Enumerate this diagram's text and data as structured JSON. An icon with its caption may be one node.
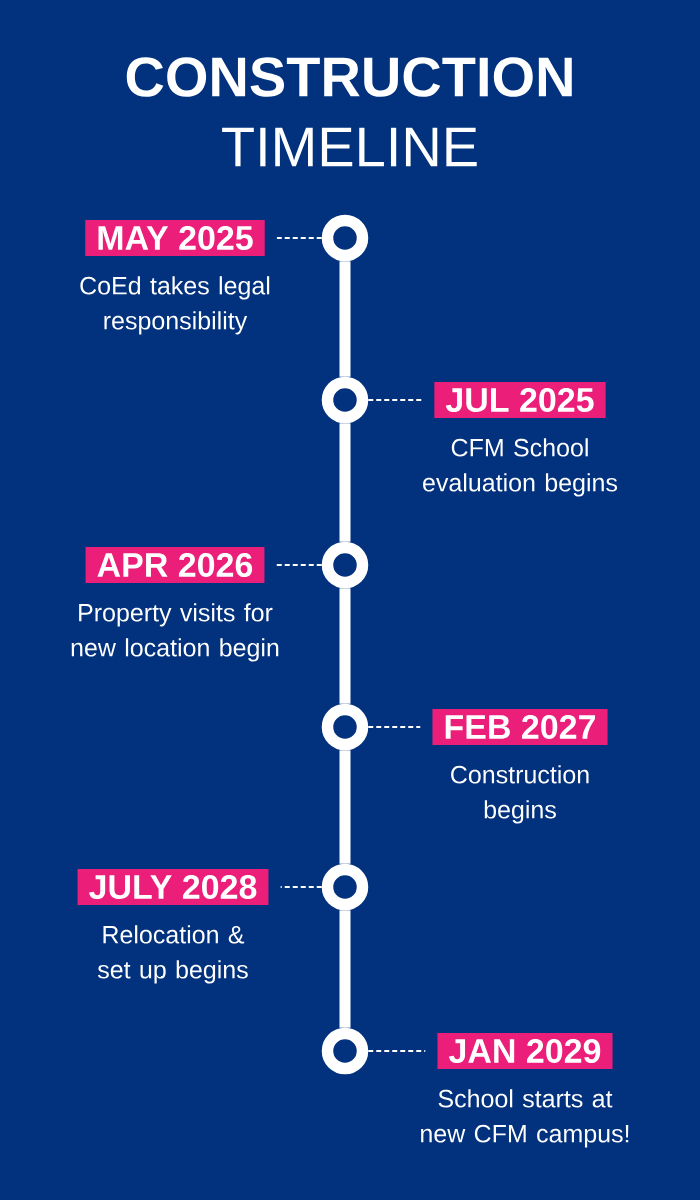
{
  "diagram": {
    "title": "**CONSTRUCTION** TIMELINE",
    "nodes": [
      {
        "text": [
          "MAY 2025"
        ],
        "beside": [
          "CoEd takes legal responsibility"
        ]
      },
      {
        "text": [],
        "shape": "circle"
      },
      {
        "text": [],
        "shape": "circle"
      },
      {
        "text": [
          "JUL 2025"
        ],
        "beside": [
          "CFM School evaluation begins"
        ]
      },
      {
        "text": [
          "APR 2026"
        ],
        "beside": [
          "Property visits for new location begin"
        ]
      },
      {
        "text": [],
        "shape": "circle"
      },
      {
        "text": [],
        "shape": "circle"
      },
      {
        "text": [
          "FEB 2027"
        ],
        "beside": [
          "Construction begins"
        ]
      },
      {
        "text": [
          "JULY 2028"
        ],
        "beside": [
          "Relocation & set up begins"
        ]
      },
      {
        "text": [],
        "shape": "circle"
      },
      {
        "text": [],
        "shape": "circle"
      },
      {
        "text": [
          "JAN 2029"
        ],
        "beside": [
          "School starts at new CFM campus!"
        ]
      }
    ],
    "edges": [
      {
        "from": 1,
        "to": 2,
        "arrow": "none",
        "style": "thick"
      },
      {
        "from": 2,
        "to": 5,
        "arrow": "none",
        "style": "thick"
      },
      {
        "from": 5,
        "to": 6,
        "arrow": "none",
        "style": "thick"
      },
      {
        "from": 6,
        "to": 9,
        "arrow": "none",
        "style": "thick"
      },
      {
        "from": 9,
        "to": 10,
        "arrow": "none",
        "style": "thick"
      },
      {
        "from": 1,
        "to": 0,
        "arrow": "none",
        "style": "dashed"
      },
      {
        "from": 2,
        "to": 3,
        "arrow": "none",
        "style": "dashed"
      },
      {
        "from": 5,
        "to": 4,
        "arrow": "none",
        "style": "dashed"
      },
      {
        "from": 6,
        "to": 7,
        "arrow": "none",
        "style": "dashed"
      },
      {
        "from": 9,
        "to": 8,
        "arrow": "none",
        "style": "dashed"
      },
      {
        "from": 10,
        "to": 11,
        "arrow": "none",
        "style": "dashed"
      }
    ]
  }
}
